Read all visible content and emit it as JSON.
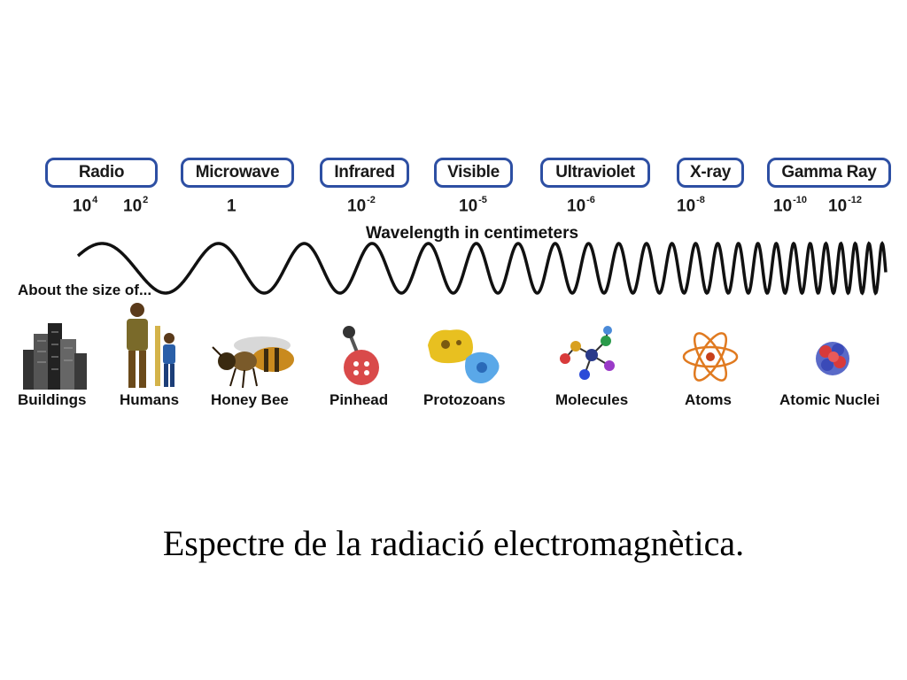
{
  "bands": [
    {
      "label": "Radio"
    },
    {
      "label": "Microwave"
    },
    {
      "label": "Infrared"
    },
    {
      "label": "Visible"
    },
    {
      "label": "Ultraviolet"
    },
    {
      "label": "X-ray"
    },
    {
      "label": "Gamma Ray"
    }
  ],
  "wavelengths": [
    {
      "base": "10",
      "exp": "4"
    },
    {
      "base": "10",
      "exp": "2"
    },
    {
      "base": "1",
      "exp": ""
    },
    {
      "base": "10",
      "exp": "-2"
    },
    {
      "base": "10",
      "exp": "-5"
    },
    {
      "base": "10",
      "exp": "-6"
    },
    {
      "base": "10",
      "exp": "-8"
    },
    {
      "base": "10",
      "exp": "-10"
    },
    {
      "base": "10",
      "exp": "-12"
    }
  ],
  "axis_label": "Wavelength in centimeters",
  "size_label": "About the size of...",
  "objects": [
    {
      "label": "Buildings",
      "icon": "buildings-icon"
    },
    {
      "label": "Humans",
      "icon": "humans-icon"
    },
    {
      "label": "Honey Bee",
      "icon": "honey-bee-icon"
    },
    {
      "label": "Pinhead",
      "icon": "pinhead-icon"
    },
    {
      "label": "Protozoans",
      "icon": "protozoans-icon"
    },
    {
      "label": "Molecules",
      "icon": "molecules-icon"
    },
    {
      "label": "Atoms",
      "icon": "atoms-icon"
    },
    {
      "label": "Atomic Nuclei",
      "icon": "atomic-nuclei-icon"
    }
  ],
  "caption": "Espectre de la radiació electromagnètica.",
  "colors": {
    "band_border": "#2d4fa3",
    "wave": "#111111"
  }
}
